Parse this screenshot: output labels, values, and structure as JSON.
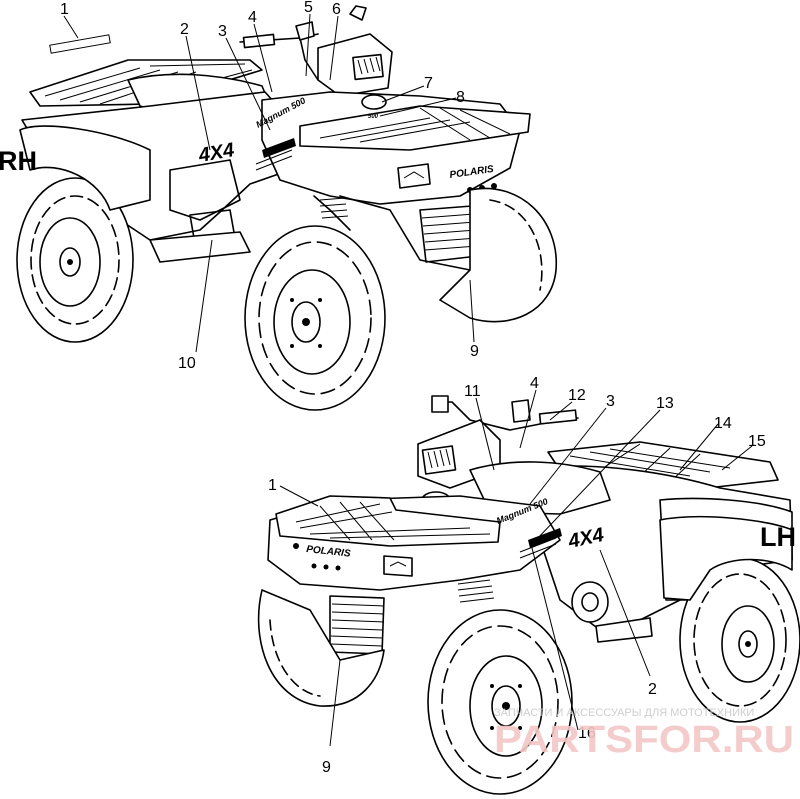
{
  "views": {
    "right": {
      "side_label": "RH"
    },
    "left": {
      "side_label": "LH"
    }
  },
  "decals": {
    "four_by_four": "4X4",
    "model": "Magnum 500",
    "brand": "POLARIS",
    "engine_size": "500"
  },
  "callouts_rh": [
    "1",
    "2",
    "3",
    "4",
    "5",
    "6",
    "7",
    "8",
    "9",
    "10"
  ],
  "callouts_lh": [
    "11",
    "4",
    "12",
    "3",
    "13",
    "14",
    "15",
    "1",
    "2",
    "16",
    "9"
  ],
  "watermark": {
    "caption": "ЗАПЧАСТИ И АКСЕССУАРЫ ДЛЯ МОТОТЕХНИКИ",
    "logo": "PARTSFOR.RU"
  },
  "colors": {
    "line": "#000000",
    "background": "#ffffff",
    "watermark": "#e9a3a3"
  }
}
